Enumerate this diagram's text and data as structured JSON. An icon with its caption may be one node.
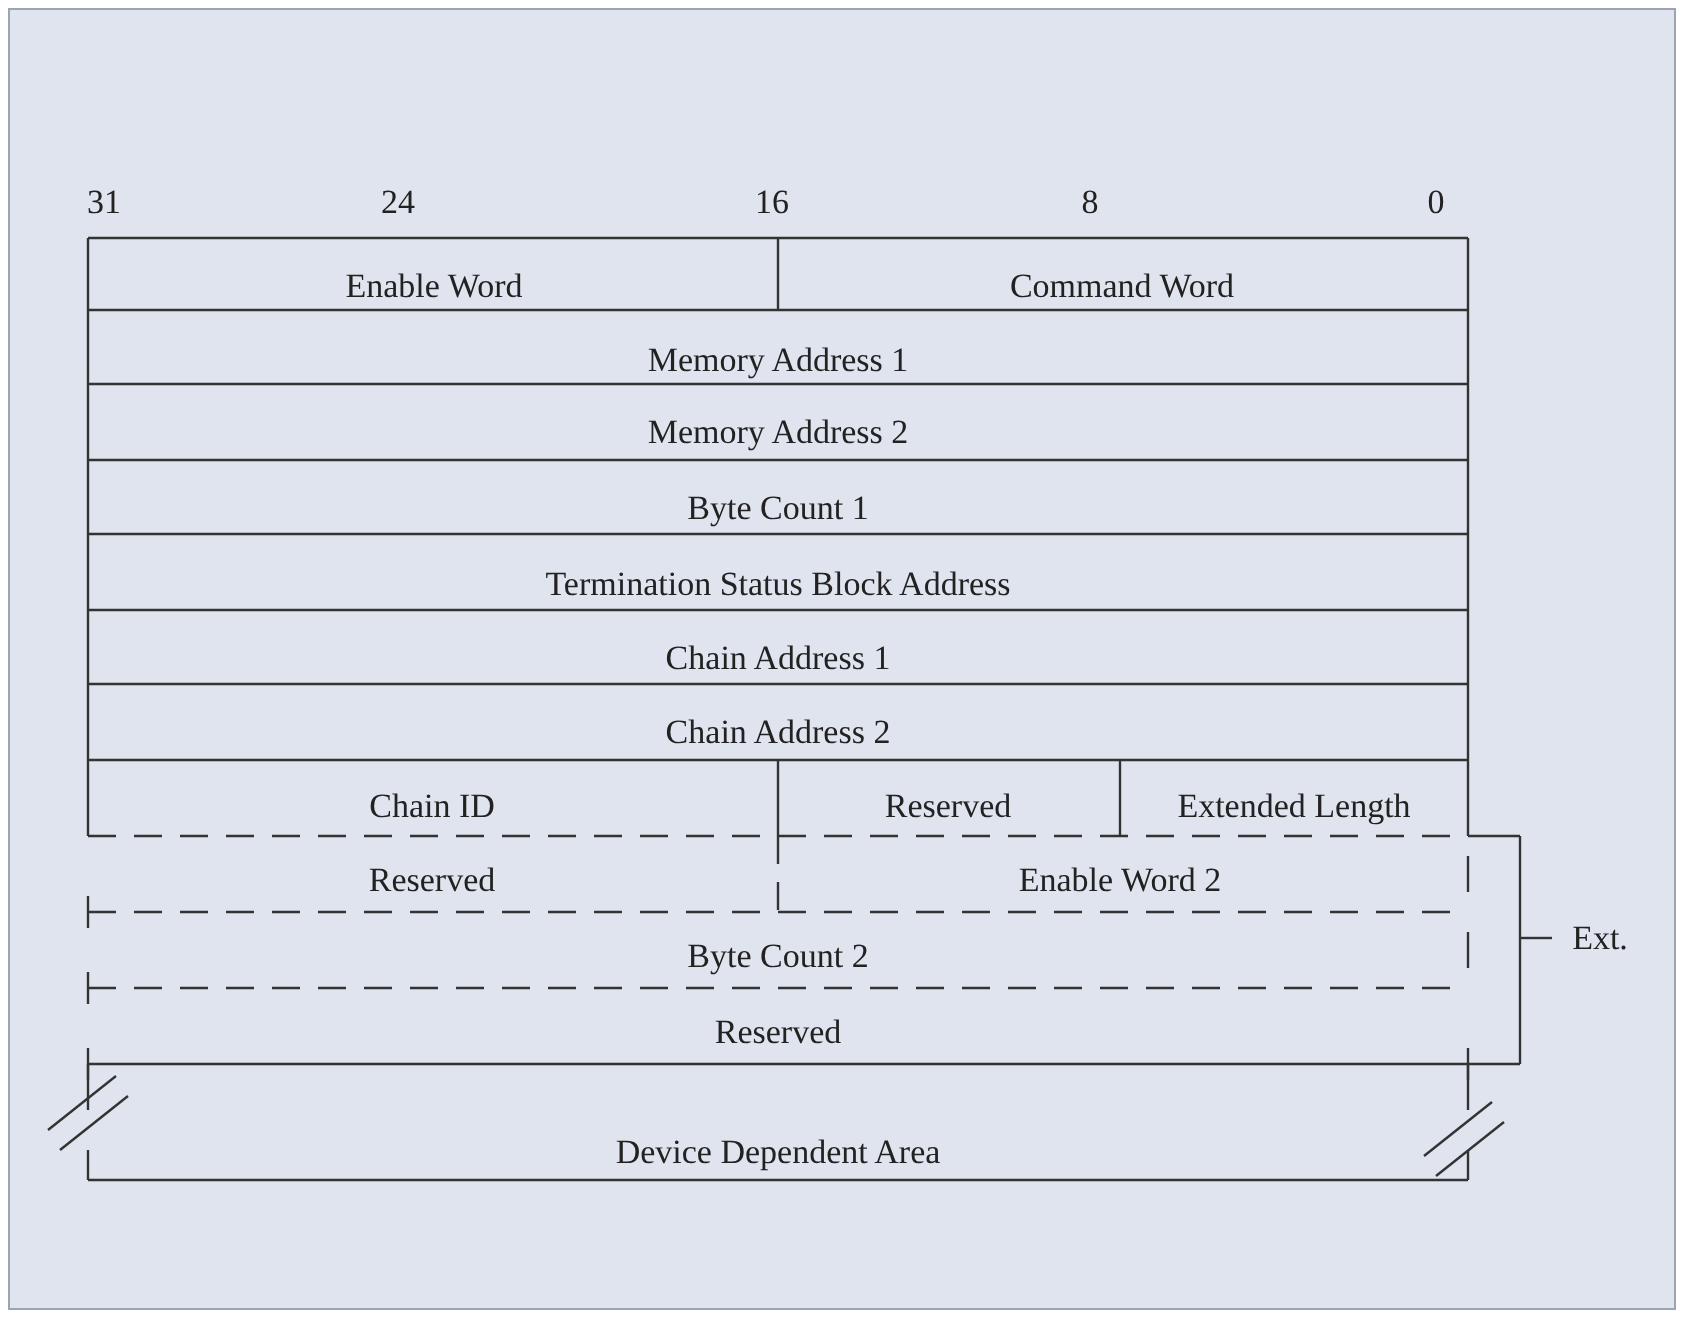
{
  "diagram": {
    "labels": [
      "31",
      "24",
      "16",
      "8",
      "0",
      "Enable Word",
      "Command Word",
      "Memory Address 1",
      "Memory Address 2",
      "Byte Count 1",
      "Termination Status Block Address",
      "Chain Address 1",
      "Chain Address 2",
      "Chain ID",
      "Reserved",
      "Extended Length",
      "Reserved",
      "Enable Word 2",
      "Byte Count 2",
      "Reserved",
      "Device Dependent Area",
      "Ext."
    ]
  }
}
